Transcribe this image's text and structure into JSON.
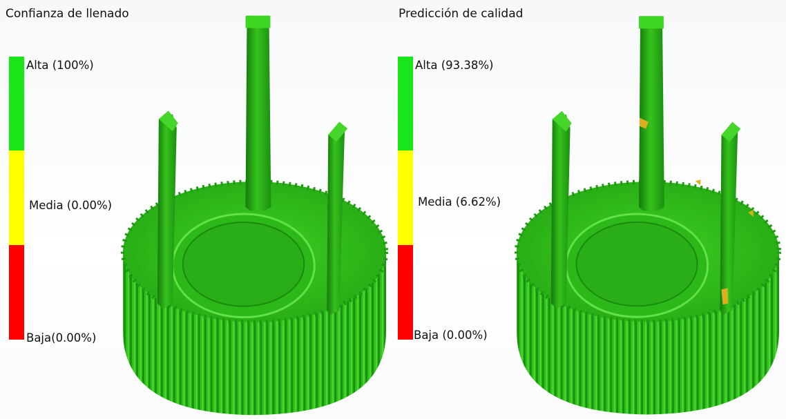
{
  "colors": {
    "high": "#19e619",
    "medium": "#ffff00",
    "low": "#ff0000",
    "part_green": "#2fbf19",
    "defect": "#d8b020"
  },
  "left_panel": {
    "title": "Confianza de llenado",
    "legend": {
      "high": "Alta (100%)",
      "medium": "Media (0.00%)",
      "low": "Baja(0.00%)"
    },
    "model_icon": "gear-part-render"
  },
  "right_panel": {
    "title": "Predicción de calidad",
    "legend": {
      "high": "Alta (93.38%)",
      "medium": "Media (6.62%)",
      "low": "Baja (0.00%)"
    },
    "model_icon": "gear-part-render"
  }
}
